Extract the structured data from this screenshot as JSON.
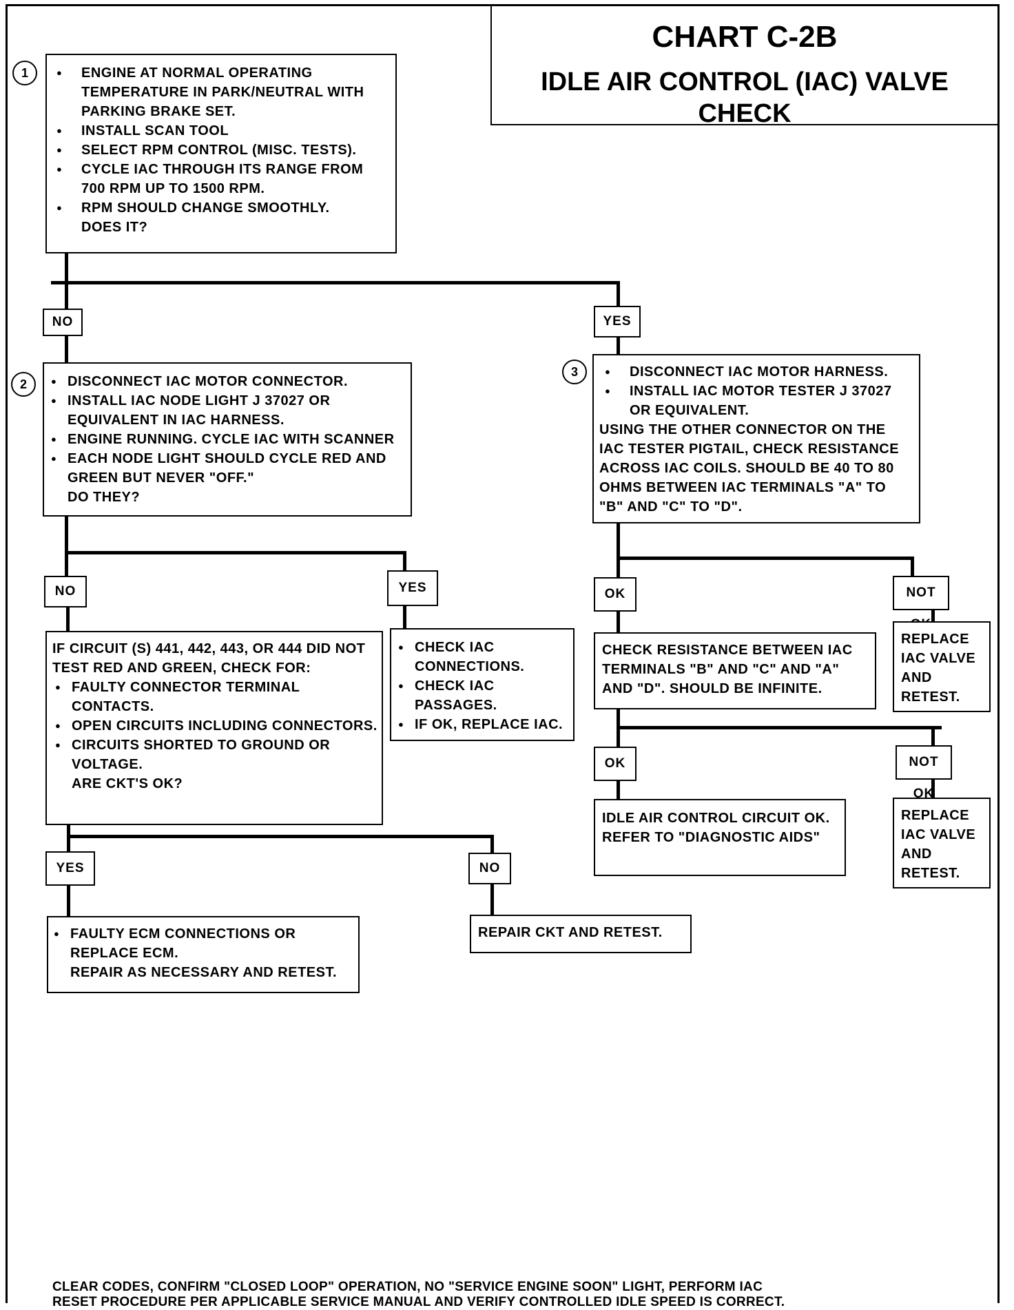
{
  "title": {
    "main": "CHART C-2B",
    "sub": "IDLE AIR CONTROL (IAC) VALVE CHECK"
  },
  "steps": {
    "one": "1",
    "two": "2",
    "three": "3"
  },
  "box1": {
    "bullets": [
      "ENGINE AT NORMAL OPERATING TEMPERATURE IN PARK/NEUTRAL WITH PARKING BRAKE SET.",
      "INSTALL SCAN TOOL",
      "SELECT RPM CONTROL (MISC. TESTS).",
      "CYCLE IAC THROUGH ITS RANGE FROM 700 RPM UP TO 1500 RPM.",
      "RPM SHOULD CHANGE SMOOTHLY."
    ],
    "question": "DOES IT?"
  },
  "box2": {
    "bullets": [
      "DISCONNECT IAC MOTOR CONNECTOR.",
      "INSTALL IAC NODE LIGHT J 37027 OR EQUIVALENT IN IAC HARNESS.",
      "ENGINE RUNNING. CYCLE IAC WITH SCANNER",
      "EACH NODE LIGHT SHOULD CYCLE RED AND GREEN BUT NEVER \"OFF.\""
    ],
    "question": "DO THEY?"
  },
  "box3": {
    "bullets": [
      "DISCONNECT IAC MOTOR HARNESS.",
      "INSTALL IAC MOTOR TESTER J 37027 OR EQUIVALENT."
    ],
    "text": "USING THE OTHER CONNECTOR ON THE IAC TESTER PIGTAIL, CHECK RESISTANCE ACROSS IAC COILS. SHOULD BE 40 TO 80 OHMS BETWEEN IAC TERMINALS \"A\" TO \"B\" AND \"C\" TO \"D\"."
  },
  "box_circuit": {
    "intro": "IF CIRCUIT (S) 441, 442, 443, OR 444 DID NOT TEST RED AND GREEN, CHECK FOR:",
    "bullets": [
      "FAULTY CONNECTOR TERMINAL CONTACTS.",
      "OPEN CIRCUITS INCLUDING CONNECTORS.",
      "CIRCUITS SHORTED TO GROUND OR VOLTAGE."
    ],
    "question": "ARE CKT'S OK?"
  },
  "box_checkiac": {
    "bullets": [
      "CHECK IAC CONNECTIONS.",
      "CHECK IAC PASSAGES.",
      "IF OK, REPLACE IAC."
    ]
  },
  "box_resist2": {
    "text": "CHECK RESISTANCE BETWEEN IAC TERMINALS \"B\" AND \"C\" AND \"A\" AND \"D\". SHOULD BE INFINITE."
  },
  "box_replace1": {
    "text": "REPLACE IAC VALVE AND RETEST."
  },
  "box_replace2": {
    "text": "REPLACE IAC VALVE AND RETEST."
  },
  "box_idleok": {
    "text": "IDLE AIR CONTROL CIRCUIT OK. REFER TO \"DIAGNOSTIC AIDS\""
  },
  "box_ecm": {
    "bullets": [
      "FAULTY ECM CONNECTIONS OR REPLACE ECM."
    ],
    "text": "REPAIR AS NECESSARY AND RETEST."
  },
  "box_repair": {
    "text": "REPAIR CKT AND RETEST."
  },
  "labels": {
    "no1": "NO",
    "yes1": "YES",
    "no2": "NO",
    "yes2": "YES",
    "ok1": "OK",
    "notok1": "NOT OK",
    "ok2": "OK",
    "notok2": "NOT OK",
    "yes3": "YES",
    "no3": "NO"
  },
  "footer": "CLEAR CODES, CONFIRM \"CLOSED LOOP\" OPERATION, NO \"SERVICE ENGINE SOON\" LIGHT, PERFORM IAC RESET PROCEDURE PER APPLICABLE SERVICE MANUAL AND VERIFY CONTROLLED IDLE SPEED IS CORRECT."
}
